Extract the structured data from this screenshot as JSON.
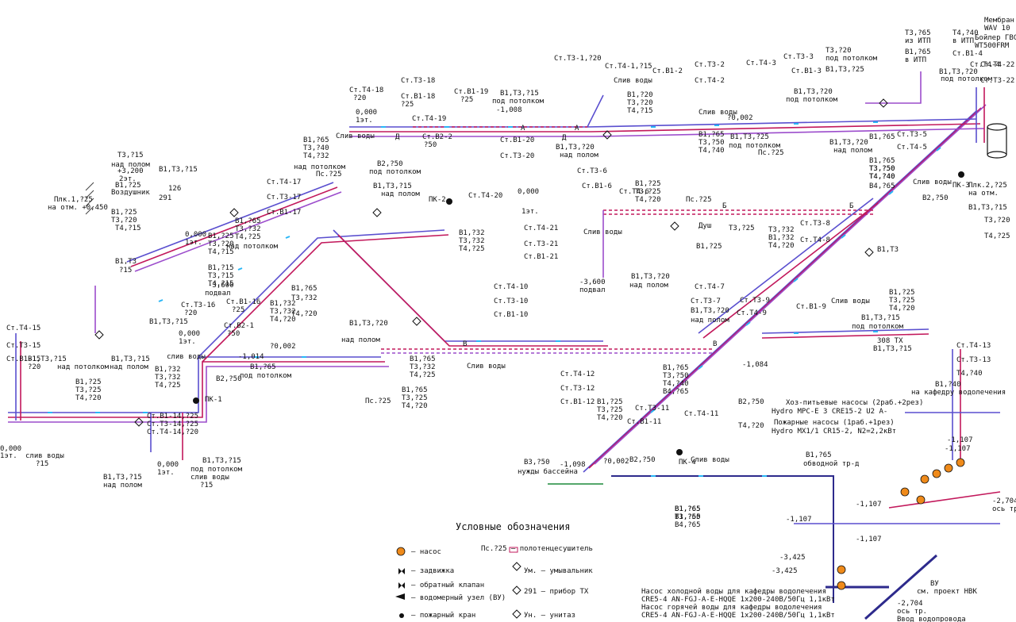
{
  "colors": {
    "background": "#ffffff",
    "text": "#111111",
    "cold_water": "#5a4fcf",
    "hot_water_supply": "#c2185b",
    "hot_water_return": "#9c4dcc",
    "fire_water": "#2d2a8c",
    "insulation_marks": "#29b6f6",
    "drain_dashed": "#c2185b",
    "equipment_orange": "#ef8a1a",
    "pool_green": "#1b8a3a",
    "wall_hatch": "#444444"
  },
  "labels": [
    {
      "id": "l1",
      "text": "Ст.Т4-15"
    },
    {
      "id": "l2",
      "text": "Ст.Т3-15"
    },
    {
      "id": "l3",
      "text": "Ст.В1-15"
    },
    {
      "id": "l4",
      "text": "?20"
    },
    {
      "id": "l5",
      "text": "В1,Т3,?15"
    },
    {
      "id": "l6",
      "text": "над потолком"
    },
    {
      "id": "l7",
      "text": "В1,Т3,?15"
    },
    {
      "id": "l8",
      "text": "над полом"
    },
    {
      "id": "l9",
      "text": "В1,?25"
    },
    {
      "id": "l10",
      "text": "Т3,?25"
    },
    {
      "id": "l11",
      "text": "Т4,?20"
    },
    {
      "id": "l12",
      "text": "0,000"
    },
    {
      "id": "l13",
      "text": "1эт."
    },
    {
      "id": "l14",
      "text": "слив воды"
    },
    {
      "id": "l15",
      "text": "?15"
    },
    {
      "id": "l16",
      "text": "В1,?32"
    },
    {
      "id": "l17",
      "text": "Т3,?32"
    },
    {
      "id": "l18",
      "text": "Т4,?25"
    },
    {
      "id": "l19",
      "text": "Плк.1,?25"
    },
    {
      "id": "l20",
      "text": "на отм. +0,450"
    },
    {
      "id": "l21",
      "text": "Т3,?15"
    },
    {
      "id": "l22",
      "text": "над полом"
    },
    {
      "id": "l23",
      "text": "+3,200"
    },
    {
      "id": "l24",
      "text": "2эт."
    },
    {
      "id": "l25",
      "text": "В1,?25"
    },
    {
      "id": "l26",
      "text": "Воздушник"
    },
    {
      "id": "l27",
      "text": "В1,Т3,?15"
    },
    {
      "id": "l28",
      "text": "В1,?25"
    },
    {
      "id": "l29",
      "text": "Т3,?20"
    },
    {
      "id": "l30",
      "text": "Т4,?15"
    },
    {
      "id": "l31",
      "text": "126"
    },
    {
      "id": "l32",
      "text": "291"
    },
    {
      "id": "l33",
      "text": "0,000"
    },
    {
      "id": "l34",
      "text": "1эт."
    },
    {
      "id": "l35",
      "text": "В1,?25"
    },
    {
      "id": "l36",
      "text": "Т3,?20"
    },
    {
      "id": "l37",
      "text": "Т4,?15"
    },
    {
      "id": "l38",
      "text": "В1,Т3"
    },
    {
      "id": "l39",
      "text": "?15"
    },
    {
      "id": "l40",
      "text": "В1,?15"
    },
    {
      "id": "l41",
      "text": "Т3,?15"
    },
    {
      "id": "l42",
      "text": "Т4,?15"
    },
    {
      "id": "l43",
      "text": "-3,600"
    },
    {
      "id": "l44",
      "text": "подвал"
    },
    {
      "id": "l45",
      "text": "Ст.Т3-16"
    },
    {
      "id": "l46",
      "text": "Ст.В1-16"
    },
    {
      "id": "l47",
      "text": "Ст.В2-1"
    },
    {
      "id": "l48",
      "text": "?20"
    },
    {
      "id": "l49",
      "text": "?25"
    },
    {
      "id": "l50",
      "text": "?50"
    },
    {
      "id": "l51",
      "text": "В1,Т3,?15"
    },
    {
      "id": "l52",
      "text": "0,000"
    },
    {
      "id": "l53",
      "text": "1эт."
    },
    {
      "id": "l54",
      "text": "-1,014"
    },
    {
      "id": "l55",
      "text": "В1,?65"
    },
    {
      "id": "l56",
      "text": "под потолком"
    },
    {
      "id": "l57",
      "text": "слив воды"
    },
    {
      "id": "l58",
      "text": "В2,?50"
    },
    {
      "id": "l59",
      "text": "ПК-1"
    },
    {
      "id": "l60",
      "text": "В1,?32"
    },
    {
      "id": "l61",
      "text": "Т3,?32"
    },
    {
      "id": "l62",
      "text": "Т4,?20"
    },
    {
      "id": "l63",
      "text": "Ст.В1-14,?25"
    },
    {
      "id": "l64",
      "text": "Ст.Т3-14,?25"
    },
    {
      "id": "l65",
      "text": "Ст.Т4-14,?20"
    },
    {
      "id": "l66",
      "text": "0,000"
    },
    {
      "id": "l67",
      "text": "1эт."
    },
    {
      "id": "l68",
      "text": "В1,Т3,?15"
    },
    {
      "id": "l69",
      "text": "под потолком"
    },
    {
      "id": "l70",
      "text": "слив воды"
    },
    {
      "id": "l71",
      "text": "?15"
    },
    {
      "id": "l72",
      "text": "В1,Т3,?15"
    },
    {
      "id": "l73",
      "text": "над полом"
    },
    {
      "id": "l74",
      "text": "Ст.Т4-18"
    },
    {
      "id": "l75",
      "text": "Ст.Т3-18"
    },
    {
      "id": "l76",
      "text": "Ст.В1-18"
    },
    {
      "id": "l77",
      "text": "?20"
    },
    {
      "id": "l78",
      "text": "?25"
    },
    {
      "id": "l79",
      "text": "0,000"
    },
    {
      "id": "l80",
      "text": "1эт."
    },
    {
      "id": "l81",
      "text": "Слив воды"
    },
    {
      "id": "l82",
      "text": "В1,?65"
    },
    {
      "id": "l83",
      "text": "Т3,?40"
    },
    {
      "id": "l84",
      "text": "Т4,?32"
    },
    {
      "id": "l85",
      "text": "над потолком"
    },
    {
      "id": "l86",
      "text": "Ст.Т4-17"
    },
    {
      "id": "l87",
      "text": "Ст.Т3-17"
    },
    {
      "id": "l88",
      "text": "Ст.В1-17"
    },
    {
      "id": "l89",
      "text": "В1,?65"
    },
    {
      "id": "l90",
      "text": "Т3,?32"
    },
    {
      "id": "l91",
      "text": "Т4,?25"
    },
    {
      "id": "l92",
      "text": "над потолком"
    },
    {
      "id": "l93",
      "text": "Пс.?25"
    },
    {
      "id": "l94",
      "text": "В2,?50"
    },
    {
      "id": "l95",
      "text": "под потолком"
    },
    {
      "id": "l96",
      "text": "В1,Т3,?15"
    },
    {
      "id": "l97",
      "text": "над полом"
    },
    {
      "id": "l98",
      "text": "ПК-2"
    },
    {
      "id": "l99",
      "text": "Ст.В1-19"
    },
    {
      "id": "l100",
      "text": "?25"
    },
    {
      "id": "l101",
      "text": "Ст.Т4-19"
    },
    {
      "id": "l102",
      "text": "Ст.В2-2"
    },
    {
      "id": "l103",
      "text": "?50"
    },
    {
      "id": "l104",
      "text": "В1,Т3,?15"
    },
    {
      "id": "l105",
      "text": "под потолком"
    },
    {
      "id": "l106",
      "text": "-1,008"
    },
    {
      "id": "l107",
      "text": "Ст.В1-20"
    },
    {
      "id": "l108",
      "text": "Ст.Т3-20"
    },
    {
      "id": "l109",
      "text": "Ст.Т4-20"
    },
    {
      "id": "l110",
      "text": "0,000"
    },
    {
      "id": "l111",
      "text": "1эт."
    },
    {
      "id": "l112",
      "text": "В1,?32"
    },
    {
      "id": "l113",
      "text": "Т3,?32"
    },
    {
      "id": "l114",
      "text": "Т4,?25"
    },
    {
      "id": "l115",
      "text": "Ст.Т4-21"
    },
    {
      "id": "l116",
      "text": "Ст.Т3-21"
    },
    {
      "id": "l117",
      "text": "Ст.В1-21"
    },
    {
      "id": "l118",
      "text": "В1,?65"
    },
    {
      "id": "l119",
      "text": "Т3,?32"
    },
    {
      "id": "l120",
      "text": "Т4,?25"
    },
    {
      "id": "l121",
      "text": "Ст.Т4-10"
    },
    {
      "id": "l122",
      "text": "Ст.Т3-10"
    },
    {
      "id": "l123",
      "text": "Ст.В1-10"
    },
    {
      "id": "l124",
      "text": "В1,?65"
    },
    {
      "id": "l125",
      "text": "Т3,?25"
    },
    {
      "id": "l126",
      "text": "Т4,?20"
    },
    {
      "id": "l127",
      "text": "Слив воды"
    },
    {
      "id": "l128",
      "text": "?0,002"
    },
    {
      "id": "l129",
      "text": "В1,Т3,?20"
    },
    {
      "id": "l130",
      "text": "над полом"
    },
    {
      "id": "l131",
      "text": "Пс.?25"
    },
    {
      "id": "l132",
      "text": "В1,?65"
    },
    {
      "id": "l133",
      "text": "Т3,?32"
    },
    {
      "id": "l134",
      "text": "Т4,?20"
    },
    {
      "id": "l135",
      "text": "Ст.Т3-1,?20"
    },
    {
      "id": "l136",
      "text": "Ст.Т4-1,?15"
    },
    {
      "id": "l137",
      "text": "Слив воды"
    },
    {
      "id": "l138",
      "text": "В1,?20"
    },
    {
      "id": "l139",
      "text": "Т3,?20"
    },
    {
      "id": "l140",
      "text": "Т4,?15"
    },
    {
      "id": "l141",
      "text": "Ст.В1-2"
    },
    {
      "id": "l142",
      "text": "Ст.Т3-2"
    },
    {
      "id": "l143",
      "text": "Ст.Т4-2"
    },
    {
      "id": "l144",
      "text": "Слив воды"
    },
    {
      "id": "l145",
      "text": "?0,002"
    },
    {
      "id": "l146",
      "text": "В1,?65"
    },
    {
      "id": "l147",
      "text": "Т3,?50"
    },
    {
      "id": "l148",
      "text": "Т4,?40"
    },
    {
      "id": "l149",
      "text": "В1,Т3,?20"
    },
    {
      "id": "l150",
      "text": "над полом"
    },
    {
      "id": "l151",
      "text": "Ст.Т4-3"
    },
    {
      "id": "l152",
      "text": "Ст.Т3-3"
    },
    {
      "id": "l153",
      "text": "Ст.В1-3"
    },
    {
      "id": "l154",
      "text": "В1,Т3,?20"
    },
    {
      "id": "l155",
      "text": "под потолком"
    },
    {
      "id": "l156",
      "text": "В1,Т3,?25"
    },
    {
      "id": "l157",
      "text": "под потолком"
    },
    {
      "id": "l158",
      "text": "Пс.?25"
    },
    {
      "id": "l159",
      "text": "Т3,?65"
    },
    {
      "id": "l160",
      "text": "из ИТП"
    },
    {
      "id": "l161",
      "text": "Т4,?40"
    },
    {
      "id": "l162",
      "text": "в ИТП"
    },
    {
      "id": "l163",
      "text": "В1,?65"
    },
    {
      "id": "l164",
      "text": "в ИТП"
    },
    {
      "id": "l165",
      "text": "Ст.В1-4"
    },
    {
      "id": "l166",
      "text": "Мембран"
    },
    {
      "id": "l167",
      "text": "WAV 10"
    },
    {
      "id": "l168",
      "text": "Бойлер ГВС"
    },
    {
      "id": "l169",
      "text": "WT500FRM"
    },
    {
      "id": "l170",
      "text": "Т3,?20"
    },
    {
      "id": "l171",
      "text": "под потолком"
    },
    {
      "id": "l172",
      "text": "В1,Т3,?25"
    },
    {
      "id": "l173",
      "text": "В1,Т3,?20"
    },
    {
      "id": "l174",
      "text": "над полом"
    },
    {
      "id": "l175",
      "text": "В1,?65"
    },
    {
      "id": "l176",
      "text": "Т3,?50"
    },
    {
      "id": "l177",
      "text": "Т4,?40"
    },
    {
      "id": "l178",
      "text": "В1,?65"
    },
    {
      "id": "l179",
      "text": "Т3,?50"
    },
    {
      "id": "l180",
      "text": "Т4,?40"
    },
    {
      "id": "l181",
      "text": "В4,?65"
    },
    {
      "id": "l182",
      "text": "Ст.Т3-5"
    },
    {
      "id": "l183",
      "text": "Ст.Т4-5"
    },
    {
      "id": "l184",
      "text": "Слив воды"
    },
    {
      "id": "l185",
      "text": "В2,?50"
    },
    {
      "id": "l186",
      "text": "ПК-3"
    },
    {
      "id": "l187",
      "text": "Плк.2,?25"
    },
    {
      "id": "l188",
      "text": "на отм."
    },
    {
      "id": "l189",
      "text": "В1,Т3,?15"
    },
    {
      "id": "l190",
      "text": "Ст.Т3-6"
    },
    {
      "id": "l191",
      "text": "Ст.Т4-6"
    },
    {
      "id": "l192",
      "text": "Ст.В1-6"
    },
    {
      "id": "l193",
      "text": "Слив воды"
    },
    {
      "id": "l194",
      "text": "-3,600"
    },
    {
      "id": "l195",
      "text": "подвал"
    },
    {
      "id": "l196",
      "text": "В1,Т3,?20"
    },
    {
      "id": "l197",
      "text": "над полом"
    },
    {
      "id": "l198",
      "text": "В1,?25"
    },
    {
      "id": "l199",
      "text": "Т3,?25"
    },
    {
      "id": "l200",
      "text": "Т4,?20"
    },
    {
      "id": "l201",
      "text": "Пс.?25"
    },
    {
      "id": "l202",
      "text": "Душ"
    },
    {
      "id": "l203",
      "text": "Т3,?25"
    },
    {
      "id": "l204",
      "text": "В1,?25"
    },
    {
      "id": "l205",
      "text": "Ст.Т3-7"
    },
    {
      "id": "l206",
      "text": "Ст.Т4-7"
    },
    {
      "id": "l207",
      "text": "В1,Т3,?20"
    },
    {
      "id": "l208",
      "text": "над полом"
    },
    {
      "id": "l209",
      "text": "В1,?32"
    },
    {
      "id": "l210",
      "text": "Т3,?32"
    },
    {
      "id": "l211",
      "text": "Т4,?20"
    },
    {
      "id": "l212",
      "text": "Ст.Т3-8"
    },
    {
      "id": "l213",
      "text": "Ст.Т4-8"
    },
    {
      "id": "l214",
      "text": "Ст.В1-9"
    },
    {
      "id": "l215",
      "text": "Ст.Т3-9"
    },
    {
      "id": "l216",
      "text": "Ст.Т4-9"
    },
    {
      "id": "l217",
      "text": "Слив воды"
    },
    {
      "id": "l218",
      "text": "В1,Т3"
    },
    {
      "id": "l219",
      "text": "В1,?25"
    },
    {
      "id": "l220",
      "text": "Т3,?25"
    },
    {
      "id": "l221",
      "text": "Т4,?20"
    },
    {
      "id": "l222",
      "text": "В1,Т3,?15"
    },
    {
      "id": "l223",
      "text": "под потолком"
    },
    {
      "id": "l224",
      "text": "308 ТХ"
    },
    {
      "id": "l225",
      "text": "В1,Т3,?15"
    },
    {
      "id": "l226",
      "text": "-1,084"
    },
    {
      "id": "l227",
      "text": "Ст.Т4-12"
    },
    {
      "id": "l228",
      "text": "Ст.Т3-12"
    },
    {
      "id": "l229",
      "text": "Ст.В1-12"
    },
    {
      "id": "l230",
      "text": "В1,?25"
    },
    {
      "id": "l231",
      "text": "Т3,?25"
    },
    {
      "id": "l232",
      "text": "Т4,?20"
    },
    {
      "id": "l233",
      "text": "Ст.Т3-11"
    },
    {
      "id": "l234",
      "text": "Ст.Т4-11"
    },
    {
      "id": "l235",
      "text": "Ст.В1-11"
    },
    {
      "id": "l236",
      "text": "В1,?65"
    },
    {
      "id": "l237",
      "text": "Т3,?50"
    },
    {
      "id": "l238",
      "text": "Т4,?40"
    },
    {
      "id": "l239",
      "text": "В4,?65"
    },
    {
      "id": "l240",
      "text": "В2,?50"
    },
    {
      "id": "l241",
      "text": "ПК-4"
    },
    {
      "id": "l242",
      "text": "Слив воды"
    },
    {
      "id": "l243",
      "text": "?0,002"
    },
    {
      "id": "l244",
      "text": "В3,?50"
    },
    {
      "id": "l245",
      "text": "нужды бассейна"
    },
    {
      "id": "l246",
      "text": "-1,098"
    },
    {
      "id": "l247",
      "text": "В2,?50"
    },
    {
      "id": "l248",
      "text": "В1,?65"
    },
    {
      "id": "l249",
      "text": "Т3,?50"
    },
    {
      "id": "l250",
      "text": "Т4,?20"
    },
    {
      "id": "l251",
      "text": "В1,?65"
    },
    {
      "id": "l252",
      "text": "В1,?65"
    },
    {
      "id": "l253",
      "text": "В4,?65"
    },
    {
      "id": "l254",
      "text": "Хоз-питьевые насосы (2раб.+2рез)"
    },
    {
      "id": "l255",
      "text": "Hydro MPC-E 3 CRE15-2 U2 A-"
    },
    {
      "id": "l256",
      "text": "Пожарные насосы (1раб.+1рез)"
    },
    {
      "id": "l257",
      "text": "Hydro MX1/1 CR15-2, N2=2,2кВт"
    },
    {
      "id": "l258",
      "text": "В1,?65"
    },
    {
      "id": "l259",
      "text": "обводной тр-д"
    },
    {
      "id": "l260",
      "text": "Ст.Т4-13"
    },
    {
      "id": "l261",
      "text": "Ст.Т3-13"
    },
    {
      "id": "l262",
      "text": "В1,?40"
    },
    {
      "id": "l263",
      "text": "на кафедру водолечения"
    },
    {
      "id": "l264",
      "text": "Т4,?40"
    },
    {
      "id": "l265",
      "text": "-1,107"
    },
    {
      "id": "l266",
      "text": "-1,107"
    },
    {
      "id": "l267",
      "text": "-1,107"
    },
    {
      "id": "l268",
      "text": "-1,107"
    },
    {
      "id": "l269",
      "text": "-1,107"
    },
    {
      "id": "l270",
      "text": "-2,704"
    },
    {
      "id": "l271",
      "text": "ось тр."
    },
    {
      "id": "l272",
      "text": "-3,425"
    },
    {
      "id": "l273",
      "text": "-3,425"
    },
    {
      "id": "l274",
      "text": "ВУ"
    },
    {
      "id": "l275",
      "text": "см. проект НВК"
    },
    {
      "id": "l276",
      "text": "-2,704"
    },
    {
      "id": "l277",
      "text": "ось тр."
    },
    {
      "id": "l278",
      "text": "Ввод водопровода"
    },
    {
      "id": "l279",
      "text": "Насос холодной воды для кафедры водолечения"
    },
    {
      "id": "l280",
      "text": "CRE5-4 AN-FGJ-A-E-HQQE 1x200-240В/50Гц 1,1кВт"
    },
    {
      "id": "l281",
      "text": "Насос горячей воды для кафедры водолечения"
    },
    {
      "id": "l282",
      "text": "CRE5-4 AN-FGJ-A-E-HQQE 1x200-240В/50Гц 1,1кВт"
    },
    {
      "id": "l283",
      "text": "Ст.Т4-4"
    },
    {
      "id": "l284",
      "text": "В1,Т3,?20"
    },
    {
      "id": "l285",
      "text": "под потолком"
    },
    {
      "id": "l286",
      "text": "Т4,?25"
    },
    {
      "id": "l287",
      "text": "Т3,?20"
    },
    {
      "id": "l288",
      "text": "Ст.Т4-22"
    },
    {
      "id": "l289",
      "text": "Ст.Т3-22"
    }
  ],
  "markers": [
    {
      "id": "mA1",
      "text": "А"
    },
    {
      "id": "mA2",
      "text": "А"
    },
    {
      "id": "mB1",
      "text": "Б"
    },
    {
      "id": "mB2",
      "text": "Б"
    },
    {
      "id": "mV1",
      "text": "В"
    },
    {
      "id": "mV2",
      "text": "В"
    },
    {
      "id": "mD1",
      "text": "Д"
    },
    {
      "id": "mD2",
      "text": "Д"
    }
  ],
  "legend": {
    "title": "Условные обозначения",
    "items": [
      {
        "id": "li1",
        "text": "– насос"
      },
      {
        "id": "li2",
        "text": "– задвижка"
      },
      {
        "id": "li3",
        "text": "– обратный клапан"
      },
      {
        "id": "li4",
        "text": "– водомерный узел (ВУ)"
      },
      {
        "id": "li5",
        "text": "– пожарный кран"
      },
      {
        "id": "li6",
        "text": "Пс.?25 – полотенцесушитель"
      },
      {
        "id": "li7",
        "text": "Ум. – умывальник"
      },
      {
        "id": "li8",
        "text": "291 – прибор ТХ"
      },
      {
        "id": "li9",
        "text": "Ун. – унитаз"
      }
    ]
  }
}
